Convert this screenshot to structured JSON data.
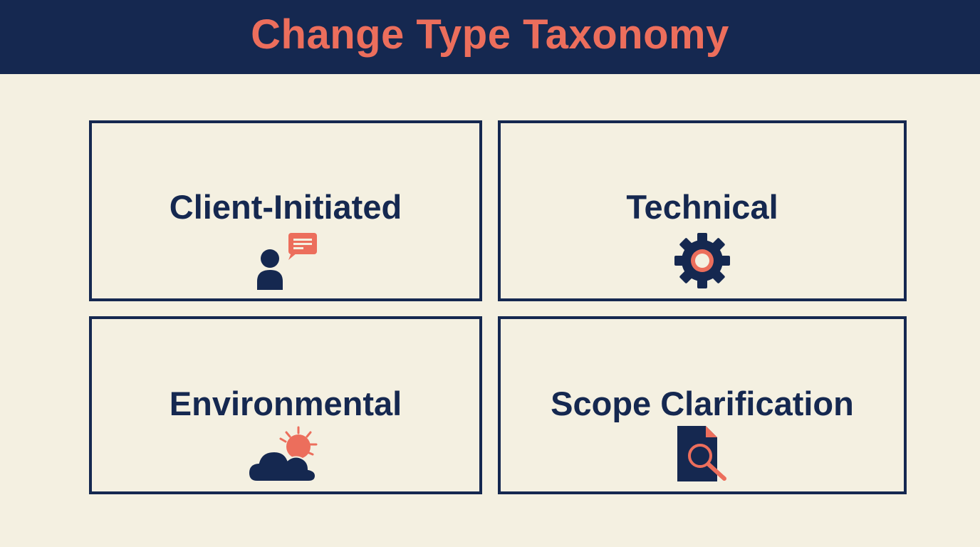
{
  "header": {
    "title": "Change Type Taxonomy"
  },
  "colors": {
    "navy": "#152850",
    "coral": "#ec6e5c",
    "background": "#f4f0e1"
  },
  "cards": [
    {
      "label": "Client-Initiated",
      "icon": "person-speech-bubble-icon"
    },
    {
      "label": "Technical",
      "icon": "gear-icon"
    },
    {
      "label": "Environmental",
      "icon": "cloud-sun-icon"
    },
    {
      "label": "Scope Clarification",
      "icon": "document-magnifier-icon"
    }
  ]
}
